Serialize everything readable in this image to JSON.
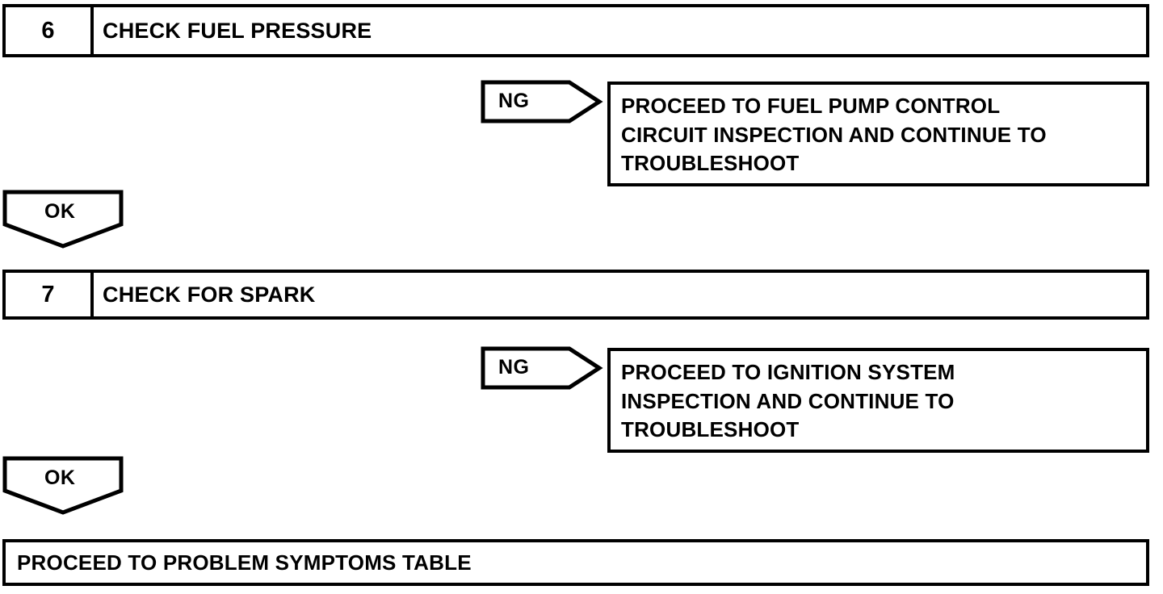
{
  "document": {
    "type": "troubleshooting-flowchart",
    "colors": {
      "ink": "#000000",
      "paper": "#ffffff"
    }
  },
  "steps": [
    {
      "number": "6",
      "title": "CHECK FUEL PRESSURE",
      "ng": {
        "label": "NG",
        "lines": [
          "PROCEED TO FUEL PUMP CONTROL",
          "CIRCUIT INSPECTION AND CONTINUE TO",
          "TROUBLESHOOT"
        ]
      },
      "ok": {
        "label": "OK"
      }
    },
    {
      "number": "7",
      "title": "CHECK FOR SPARK",
      "ng": {
        "label": "NG",
        "lines": [
          "PROCEED TO IGNITION SYSTEM",
          "INSPECTION AND CONTINUE TO",
          "TROUBLESHOOT"
        ]
      },
      "ok": {
        "label": "OK"
      }
    }
  ],
  "final": {
    "text": "PROCEED TO PROBLEM SYMPTOMS TABLE"
  }
}
